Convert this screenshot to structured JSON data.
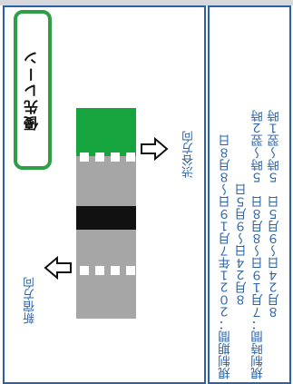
{
  "sign": {
    "lane_badge": "優先レーン",
    "direction_top": "渋谷方向",
    "direction_bottom": "新宿方向",
    "schedule_lines": [
      "規制期間：２０２１年７月１９日～８月８日",
      "　　　　　　８月２４日～９月５日",
      "規制時間：７月１９日～８月８日　５時～翌２時",
      "　　　　　８月２４日～９月５日　５時～翌１時"
    ]
  },
  "colors": {
    "border_blue": "#2a62a8",
    "priority_green": "#16a43f",
    "badge_green": "#2f9f46",
    "road_gray": "#a6a6a6",
    "median_black": "#111111"
  },
  "icons": [
    "arrow-right-icon",
    "arrow-left-icon"
  ]
}
